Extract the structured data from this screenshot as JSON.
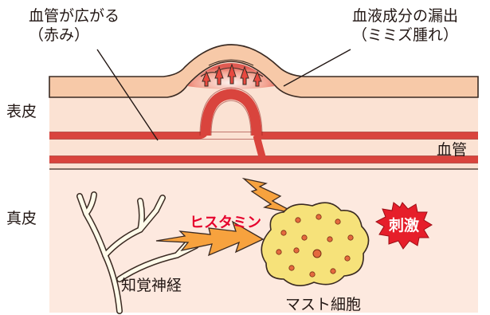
{
  "labels": {
    "vessel_dilate": [
      "血管が広がる",
      "（赤み）"
    ],
    "plasma_leak": [
      "血液成分の漏出",
      "（ミミズ腫れ）"
    ],
    "epidermis": "表皮",
    "dermis": "真皮",
    "blood_vessel": "血管",
    "histamine": "ヒスタミン",
    "stimulus": "刺激",
    "sensory_nerve": "知覚神経",
    "mast_cell": "マスト細胞"
  },
  "colors": {
    "skin_top": "#f7c9a8",
    "epidermis": "#fbe2d3",
    "dermis": "#fde9df",
    "vessel": "#d9443d",
    "vessel_dark": "#b32a26",
    "arrow": "#e8493f",
    "histamine_text": "#e6002d",
    "bolt_fill": "#f7a23e",
    "mast_cell": "#f6e27a",
    "granule": "#e46a3e",
    "stimulus_badge": "#e61e2a",
    "nerve": "#fffbea",
    "outline": "#3a2a22"
  }
}
